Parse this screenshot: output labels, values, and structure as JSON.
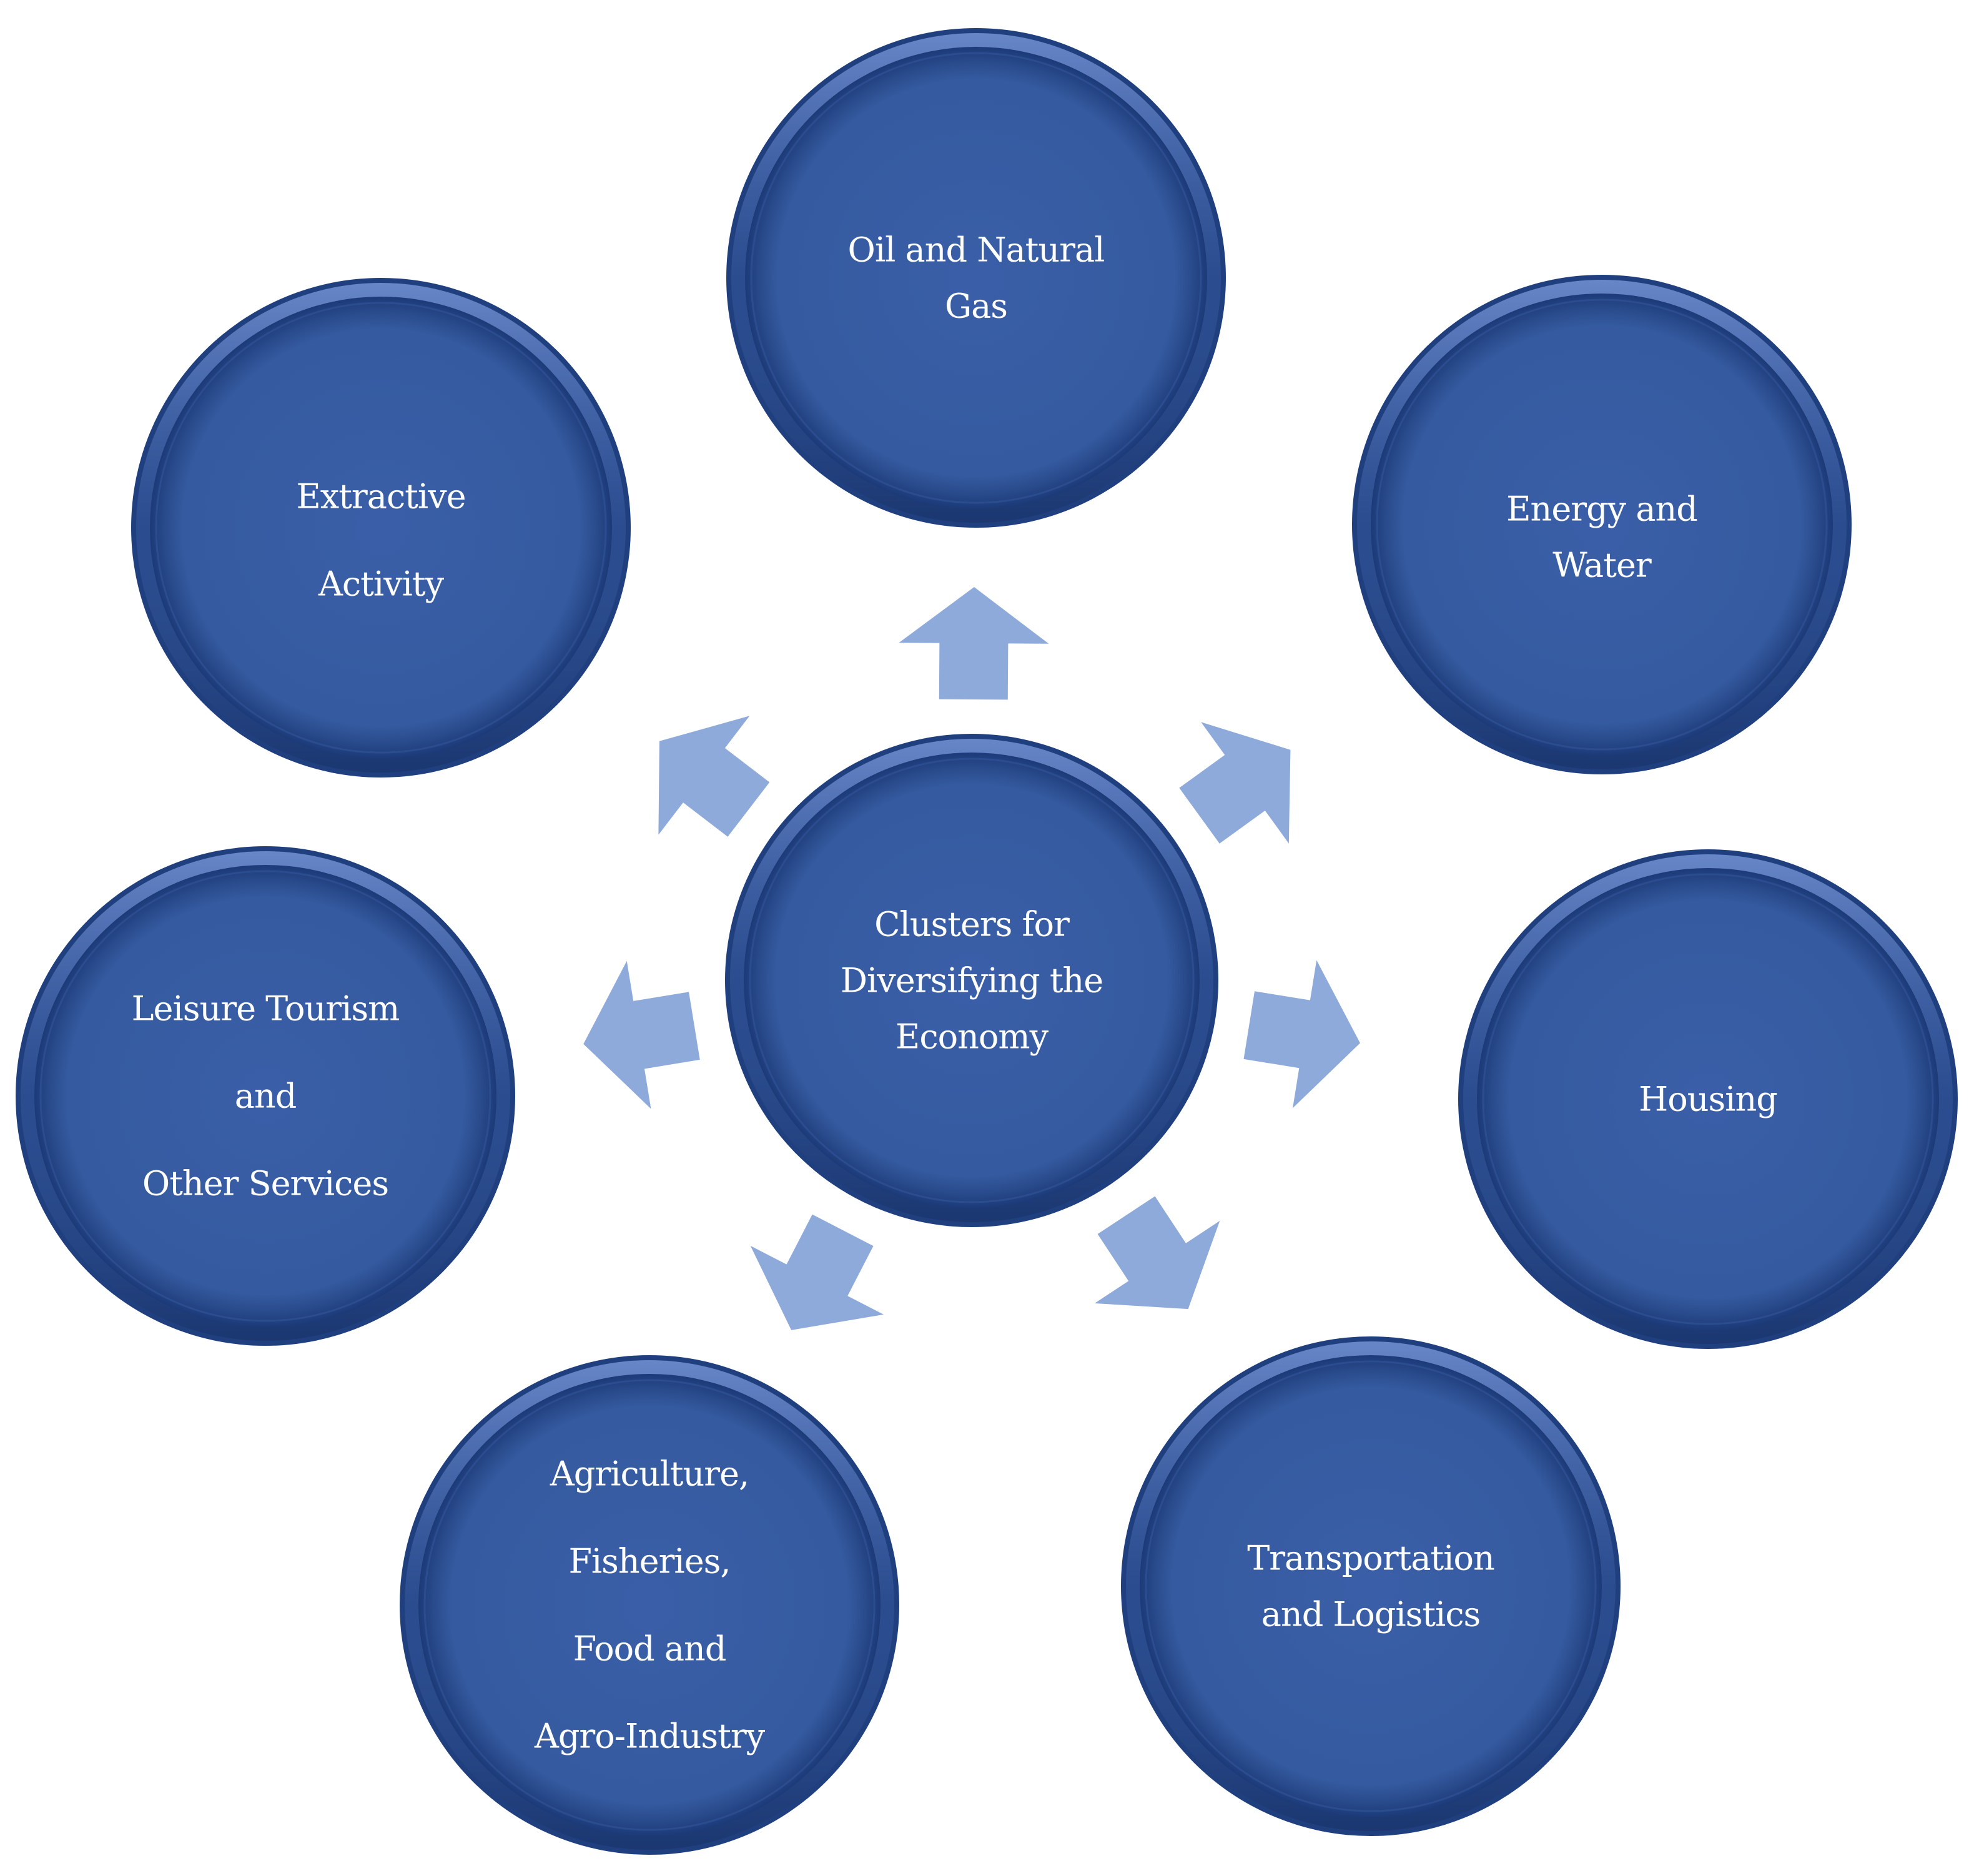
{
  "diagram": {
    "center": {
      "lines": [
        "Clusters for",
        "Diversifying the",
        "Economy"
      ]
    },
    "nodes": [
      {
        "id": "oil-gas",
        "lines": [
          "Oil and Natural",
          "Gas"
        ]
      },
      {
        "id": "energy-water",
        "lines": [
          "Energy and",
          "Water"
        ]
      },
      {
        "id": "housing",
        "lines": [
          "Housing"
        ]
      },
      {
        "id": "transportation-logistics",
        "lines": [
          "Transportation",
          "and Logistics"
        ]
      },
      {
        "id": "agriculture-fisheries-food",
        "lines": [
          "Agriculture,",
          "Fisheries,",
          "Food and",
          "Agro-Industry"
        ]
      },
      {
        "id": "leisure-tourism",
        "lines": [
          "Leisure Tourism",
          "and",
          "Other Services"
        ]
      },
      {
        "id": "extractive-activity",
        "lines": [
          "Extractive",
          "Activity"
        ]
      }
    ],
    "colors": {
      "circle_fill": "#3b5ea6",
      "circle_edge": "#1f3f7e",
      "arrow_fill": "#8eaadb",
      "text": "#ffffff"
    }
  }
}
